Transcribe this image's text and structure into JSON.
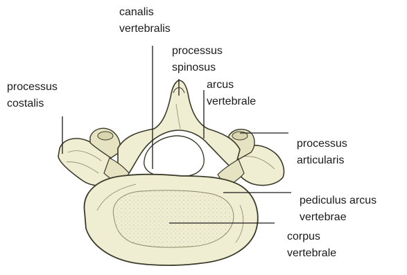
{
  "diagram": {
    "labels": {
      "canalis_vertebralis": [
        "canalis",
        "vertebralis"
      ],
      "processus_spinosus": [
        "processus",
        "spinosus"
      ],
      "arcus_vertebrale": [
        "arcus",
        "vertebrale"
      ],
      "processus_costalis": [
        "processus",
        "costalis"
      ],
      "processus_articularis": [
        "processus",
        "articularis"
      ],
      "pediculus_arcus": [
        "pediculus arcus",
        "vertebrae"
      ],
      "corpus_vertebrale": [
        "corpus",
        "vertebrale"
      ]
    },
    "colors": {
      "bone_fill": "#efedd2",
      "bone_shade": "#d9d5ae",
      "outline": "#3a3a2a",
      "leader_line": "#1a1a1a",
      "text": "#1a1a1a"
    }
  }
}
